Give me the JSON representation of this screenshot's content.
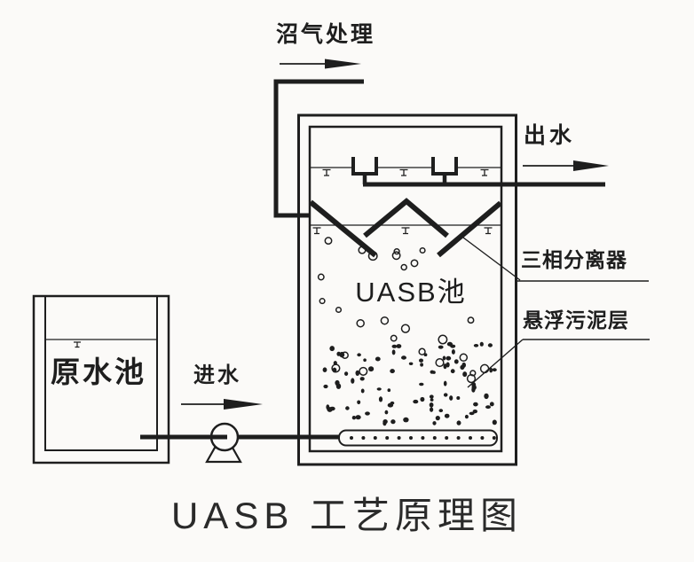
{
  "title": "UASB 工艺原理图",
  "labels": {
    "biogas_treatment": "沼气处理",
    "effluent": "出水",
    "three_phase_separator": "三相分离器",
    "suspended_sludge_layer": "悬浮污泥层",
    "uasb_tank": "UASB池",
    "raw_water_tank": "原水池",
    "influent": "进水"
  },
  "colors": {
    "background": "#fbfaf8",
    "line": "#1e1e1e",
    "title_text": "#2a2a2a"
  }
}
